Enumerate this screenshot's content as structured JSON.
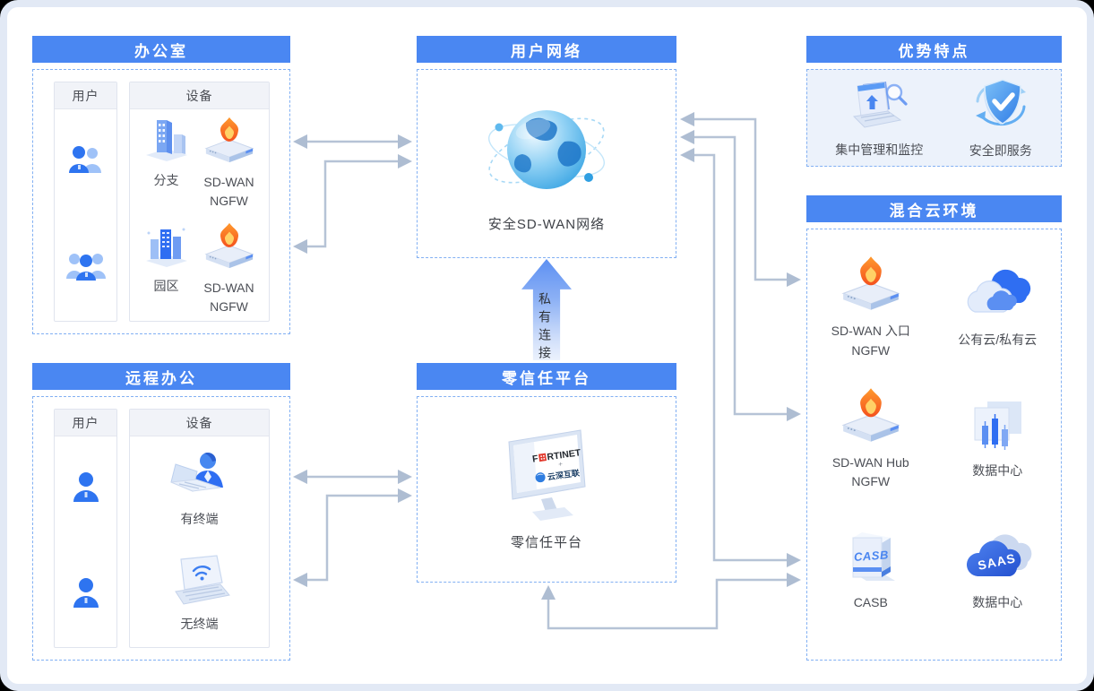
{
  "office": {
    "title": "办公室",
    "users_header": "用户",
    "devices_header": "设备",
    "row1_device": "分支",
    "row1_fw_line1": "SD-WAN",
    "row1_fw_line2": "NGFW",
    "row2_device": "园区",
    "row2_fw_line1": "SD-WAN",
    "row2_fw_line2": "NGFW"
  },
  "remote": {
    "title": "远程办公",
    "users_header": "用户",
    "devices_header": "设备",
    "device1": "有终端",
    "device2": "无终端"
  },
  "user_network": {
    "title": "用户网络",
    "caption": "安全SD-WAN网络"
  },
  "zero_trust": {
    "title": "零信任平台",
    "caption": "零信任平台",
    "logo_f": "F",
    "logo_rtinet": "RTINET",
    "logo_plus": "+",
    "logo_partner": "云深互联"
  },
  "private_link": {
    "label": "私有连接"
  },
  "advantages": {
    "title": "优势特点",
    "item1": "集中管理和监控",
    "item2": "安全即服务"
  },
  "hybrid": {
    "title": "混合云环境",
    "items": [
      {
        "line1": "SD-WAN 入口",
        "line2": "NGFW"
      },
      {
        "line1": "公有云/私有云",
        "line2": ""
      },
      {
        "line1": "SD-WAN Hub",
        "line2": "NGFW"
      },
      {
        "line1": "数据中心",
        "line2": ""
      },
      {
        "line1": "CASB",
        "line2": "",
        "icon_text": "CASB"
      },
      {
        "line1": "数据中心",
        "line2": "",
        "icon_text": "SAAS"
      }
    ]
  },
  "colors": {
    "header_blue": "#4a87f2",
    "dashed_border": "#82b0f3",
    "arrow_gray": "#b3c1d4",
    "flame_orange": "#f4511e",
    "icon_blue": "#2f6ef2"
  }
}
